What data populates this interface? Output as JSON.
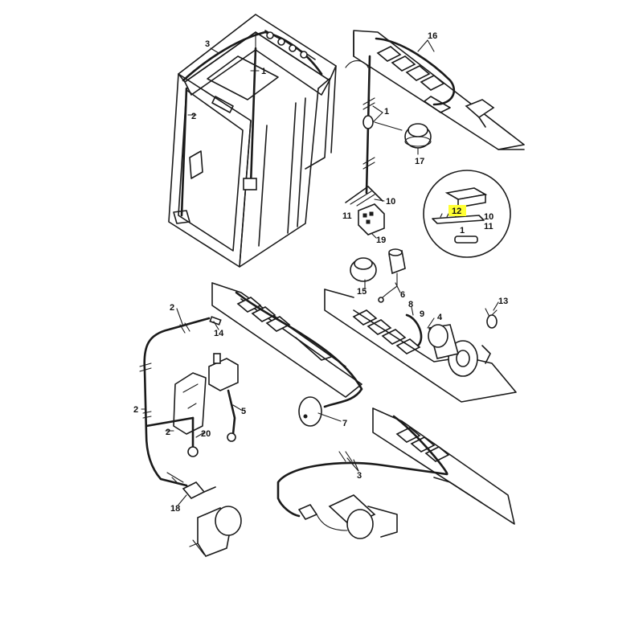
{
  "highlight_color": "#ffff33",
  "labels": {
    "l3_top": "3",
    "l1_cab": "1",
    "l2_cab": "2",
    "l16": "16",
    "l1_harness": "1",
    "l17": "17",
    "l10_a": "10",
    "l11_a": "11",
    "l19": "19",
    "l12": "12",
    "l10_b": "10",
    "l11_b": "11",
    "l1_b": "1",
    "l15": "15",
    "l6": "6",
    "l8": "8",
    "l9": "9",
    "l4": "4",
    "l13": "13",
    "l2_left_a": "2",
    "l14": "14",
    "l2_left_b": "2",
    "l2_left_c": "2",
    "l20": "20",
    "l5": "5",
    "l7": "7",
    "l18": "18",
    "l3_bottom": "3"
  }
}
